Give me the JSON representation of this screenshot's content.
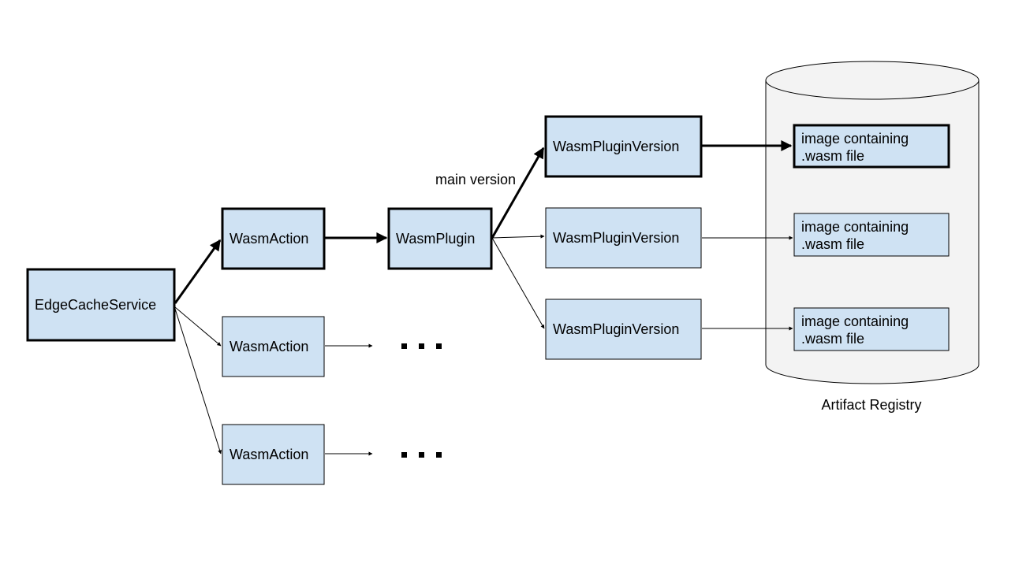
{
  "nodes": {
    "edge_cache_service": "EdgeCacheService",
    "wasm_action_1": "WasmAction",
    "wasm_action_2": "WasmAction",
    "wasm_action_3": "WasmAction",
    "wasm_plugin": "WasmPlugin",
    "plugin_version_1": "WasmPluginVersion",
    "plugin_version_2": "WasmPluginVersion",
    "plugin_version_3": "WasmPluginVersion"
  },
  "images": [
    {
      "line1": "image containing",
      "line2": ".wasm file"
    },
    {
      "line1": "image containing",
      "line2": ".wasm file"
    },
    {
      "line1": "image containing",
      "line2": ".wasm file"
    }
  ],
  "edge_labels": {
    "main_version": "main version"
  },
  "registry_label": "Artifact Registry",
  "colors": {
    "box_fill": "#cfe2f3",
    "cylinder_fill": "#f3f3f3",
    "stroke": "#000000"
  }
}
